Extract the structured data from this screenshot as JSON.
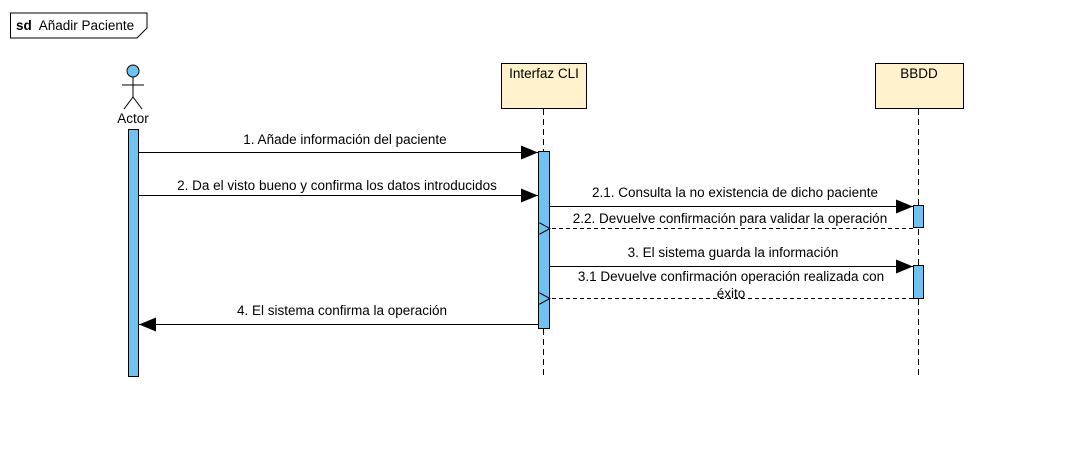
{
  "frame": {
    "keyword": "sd",
    "title": "Añadir Paciente"
  },
  "participants": [
    {
      "id": "actor",
      "kind": "actor",
      "name": "Actor"
    },
    {
      "id": "cli",
      "kind": "box",
      "name": "Interfaz CLI"
    },
    {
      "id": "bbdd",
      "kind": "box",
      "name": "BBDD"
    }
  ],
  "messages": [
    {
      "from": "actor",
      "to": "cli",
      "type": "sync",
      "label": "1. Añade información del paciente"
    },
    {
      "from": "actor",
      "to": "cli",
      "type": "sync",
      "label": "2. Da el visto bueno y confirma los datos introducidos"
    },
    {
      "from": "cli",
      "to": "bbdd",
      "type": "sync",
      "label": "2.1. Consulta la no existencia de dicho paciente"
    },
    {
      "from": "bbdd",
      "to": "cli",
      "type": "return",
      "label": "2.2. Devuelve confirmación para validar la operación"
    },
    {
      "from": "cli",
      "to": "bbdd",
      "type": "sync",
      "label": "3. El sistema guarda la información"
    },
    {
      "from": "bbdd",
      "to": "cli",
      "type": "return",
      "label_lines": [
        "3.1 Devuelve confirmación operación realizada con",
        "éxito"
      ]
    },
    {
      "from": "cli",
      "to": "actor",
      "type": "sync",
      "label": "4. El sistema confirma la operación"
    }
  ],
  "colors": {
    "participant_fill": "#FFF2CC",
    "participant_stroke": "#000000",
    "activation_fill": "#6FC3F3",
    "actor_fill": "#6FC3F3",
    "line": "#000000",
    "frame_stroke": "#000000"
  }
}
